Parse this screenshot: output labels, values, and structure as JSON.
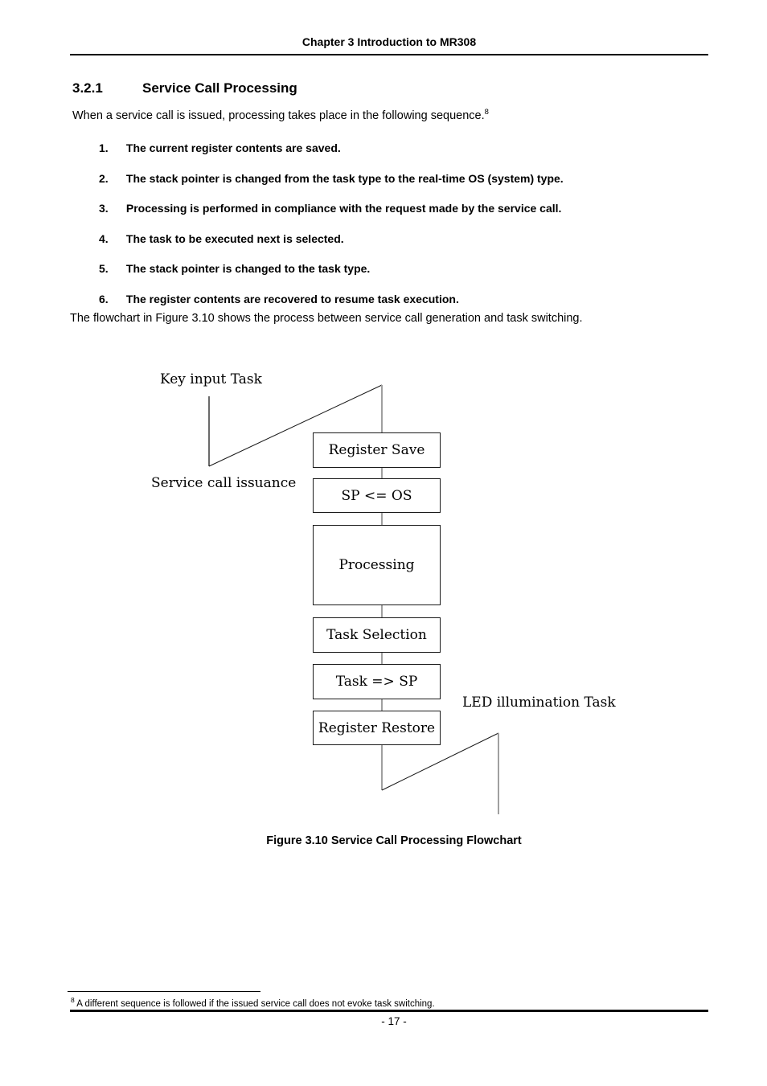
{
  "colors": {
    "line_black": "#1a1a1a",
    "connector_gray": "#a0a0a0",
    "rule": "#000000"
  },
  "header": {
    "title": "Chapter 3 Introduction to MR308"
  },
  "section": {
    "number": "3.2.1",
    "title": "Service Call Processing"
  },
  "intro": {
    "text": "When a service call is issued, processing takes place in the following sequence.",
    "footnote_ref": "8"
  },
  "steps": [
    {
      "num": "1.",
      "text": "The current register contents are saved."
    },
    {
      "num": "2.",
      "text": "The stack pointer is changed from the task type to the real-time OS (system) type."
    },
    {
      "num": "3.",
      "text": "Processing is performed in compliance with the request made by the service call."
    },
    {
      "num": "4.",
      "text": "The task to be executed next is selected."
    },
    {
      "num": "5.",
      "text": "The stack pointer is changed to the task type."
    },
    {
      "num": "6.",
      "text": "The register contents are recovered to resume task execution."
    }
  ],
  "flow_para": {
    "text": "The flowchart in Figure 3.10 shows the process between service call generation and task switching."
  },
  "flowchart": {
    "labels": {
      "key_input": "Key input Task",
      "service_call": "Service call issuance",
      "led": "LED illumination Task"
    },
    "boxes": [
      {
        "label": "Register Save"
      },
      {
        "label": "SP <= OS"
      },
      {
        "label": "Processing"
      },
      {
        "label": "Task Selection"
      },
      {
        "label": "Task => SP"
      },
      {
        "label": "Register Restore"
      }
    ]
  },
  "caption": {
    "text": "Figure 3.10 Service Call Processing Flowchart"
  },
  "footnote": {
    "ref": "8",
    "text": "A different sequence is followed if the issued service call does not evoke task switching."
  },
  "footer": {
    "page_number": "- 17 -"
  }
}
